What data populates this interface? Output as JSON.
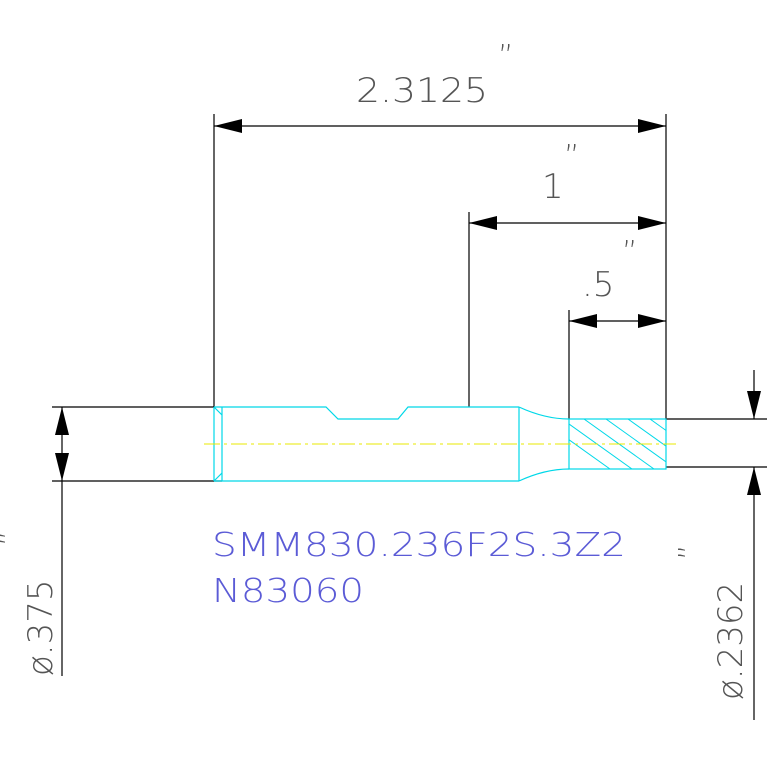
{
  "drawing": {
    "dimensions": {
      "overall_length": "2.3125",
      "middle_length": "1",
      "end_length": ".5",
      "inch_mark": "”",
      "large_diameter": "ø.375",
      "small_diameter": "ø.2362"
    },
    "part_label": {
      "line1": "SMM830.236F2S.3Z2",
      "line2": "N83060"
    },
    "colors": {
      "dimension_line": "#000000",
      "part_outline": "#00d8e8",
      "centerline": "#e8e800",
      "part_text": "#5b5bd6",
      "dimension_text": "#555555"
    }
  }
}
